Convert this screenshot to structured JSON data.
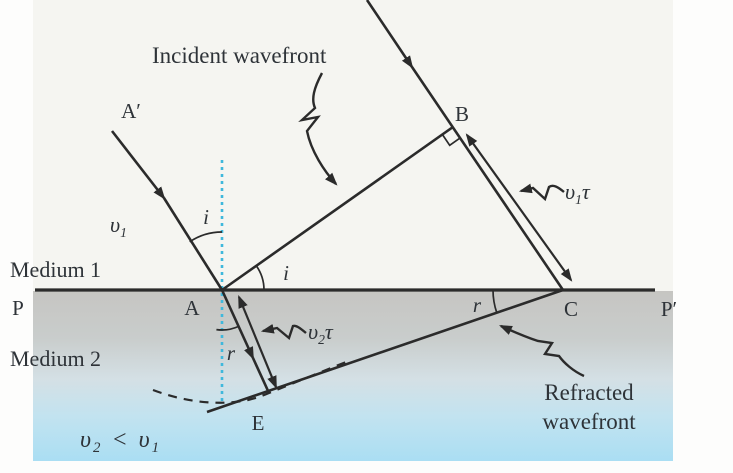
{
  "figure": {
    "labels": {
      "incident_wavefront": "Incident wavefront",
      "refracted_line1": "Refracted",
      "refracted_line2": "wavefront",
      "medium1": "Medium 1",
      "medium2": "Medium 2",
      "point_A_prime": "A′",
      "point_A": "A",
      "point_B": "B",
      "point_C": "C",
      "point_E": "E",
      "point_P": "P",
      "point_P_prime": "P′",
      "angle_i": "i",
      "angle_r": "r",
      "v1": {
        "base": "υ",
        "sub": "1"
      },
      "v1_tau": {
        "base": "υ",
        "sub": "1",
        "tail": "τ"
      },
      "v2_tau": {
        "base": "υ",
        "sub": "2",
        "tail": "τ"
      },
      "speed_relation": {
        "lhs": "υ",
        "lhs_sub": "2",
        "op": "<",
        "rhs": "υ",
        "rhs_sub": "1"
      }
    },
    "colors": {
      "page_bg": "#fdfdfc",
      "medium1_bg": "#f5f5f1",
      "medium2_top": "#c6c5c2",
      "medium2_upper": "#c9cdcc",
      "medium2_mid": "#d4e0e5",
      "medium2_blue": "#c2e3f0",
      "medium2_bottom": "#aadef3",
      "line": "#2b2b2b",
      "text": "#2e3338",
      "normal_line": "#3fb8dc"
    }
  }
}
